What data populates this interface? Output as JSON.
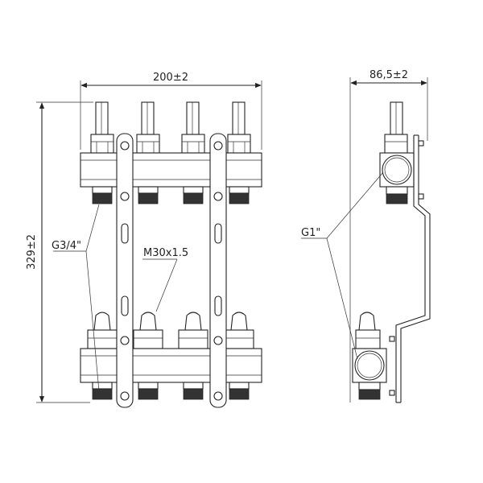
{
  "dimensions": {
    "width_label": "200±2",
    "height_label": "329±2",
    "depth_label": "86,5±2"
  },
  "callouts": {
    "outlet_thread": "G3/4\"",
    "valve_thread": "M30x1.5",
    "main_thread": "G1\""
  }
}
